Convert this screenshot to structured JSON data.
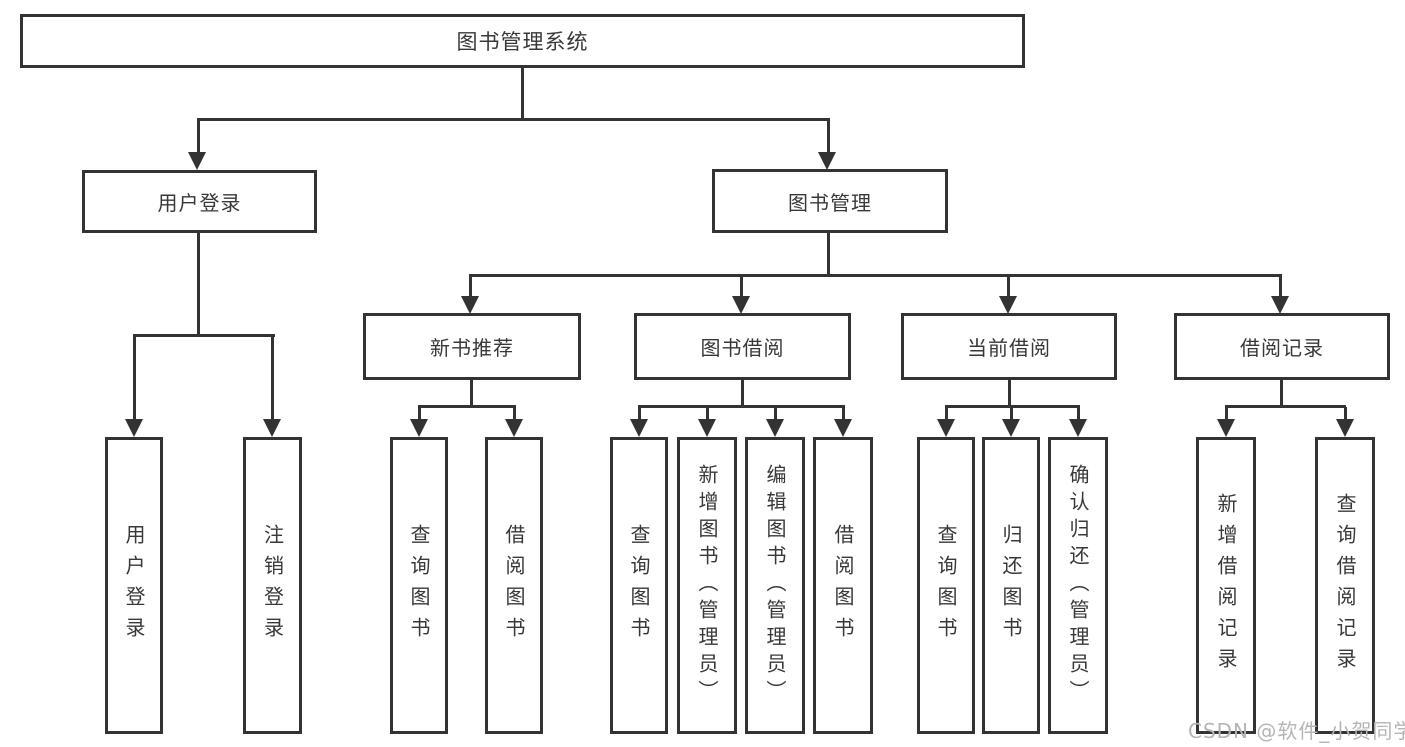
{
  "colors": {
    "line": "#333333",
    "text": "#383838",
    "box_fill": "#ffffff",
    "watermark": "#b5b5b5",
    "background": "#ffffff"
  },
  "watermark": {
    "text": "CSDN @软件_小贺同学"
  },
  "level1": {
    "label": "图书管理系统"
  },
  "level2": [
    {
      "label": "用户登录",
      "parent": "图书管理系统"
    },
    {
      "label": "图书管理",
      "parent": "图书管理系统"
    }
  ],
  "level3": [
    {
      "label": "新书推荐",
      "parent": "图书管理"
    },
    {
      "label": "图书借阅",
      "parent": "图书管理"
    },
    {
      "label": "当前借阅",
      "parent": "图书管理"
    },
    {
      "label": "借阅记录",
      "parent": "图书管理"
    }
  ],
  "leaves": [
    {
      "label": "用户登录",
      "parent": "用户登录"
    },
    {
      "label": "注销登录",
      "parent": "用户登录"
    },
    {
      "label": "查询图书",
      "parent": "新书推荐"
    },
    {
      "label": "借阅图书",
      "parent": "新书推荐"
    },
    {
      "label": "查询图书",
      "parent": "图书借阅"
    },
    {
      "label": "新增图书（管理员）",
      "parent": "图书借阅"
    },
    {
      "label": "编辑图书（管理员）",
      "parent": "图书借阅"
    },
    {
      "label": "借阅图书",
      "parent": "图书借阅"
    },
    {
      "label": "查询图书",
      "parent": "当前借阅"
    },
    {
      "label": "归还图书",
      "parent": "当前借阅"
    },
    {
      "label": "确认归还（管理员）",
      "parent": "当前借阅"
    },
    {
      "label": "新增借阅记录",
      "parent": "借阅记录"
    },
    {
      "label": "查询借阅记录",
      "parent": "借阅记录"
    }
  ]
}
